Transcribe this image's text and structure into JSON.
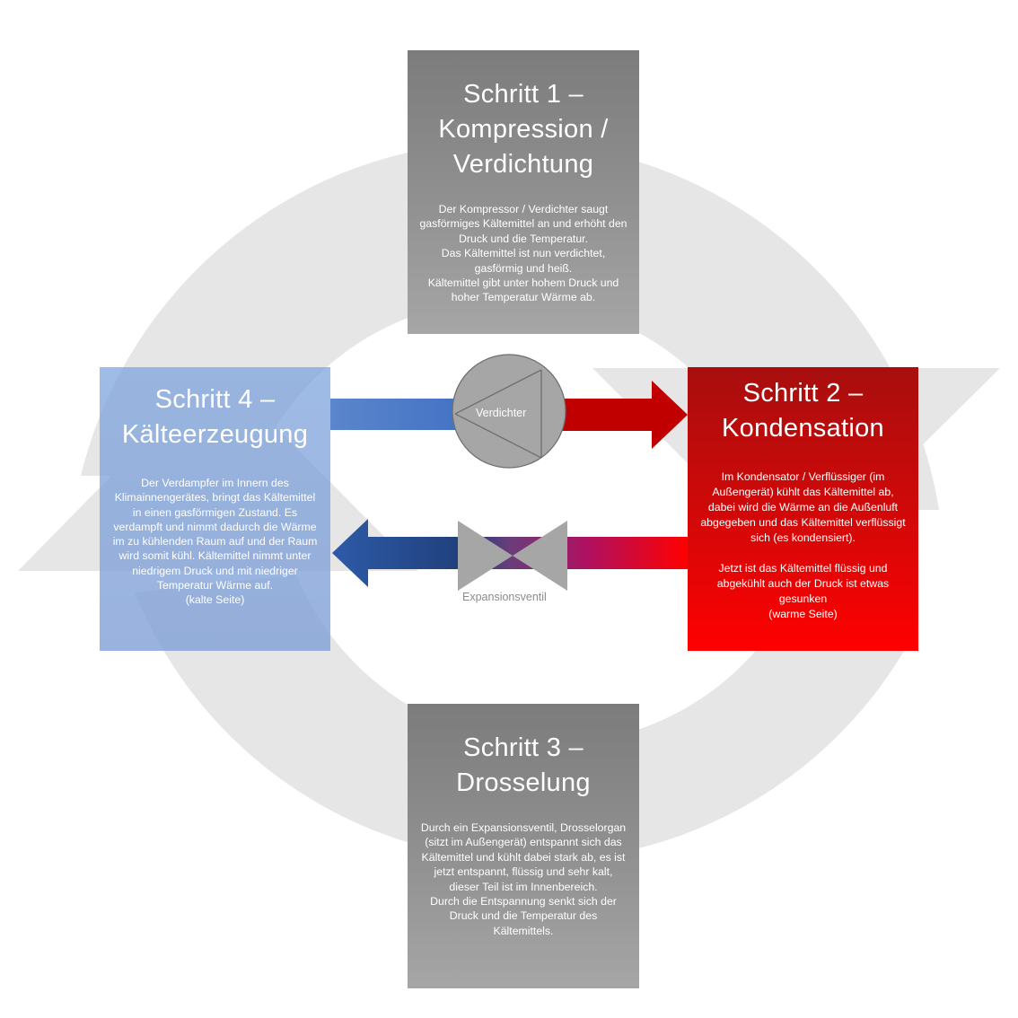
{
  "steps": {
    "step1": {
      "title": "Schritt 1 – Kompression / Verdichtung",
      "body": "Der Kompressor / Verdichter saugt gasförmiges Kältemittel an und erhöht den Druck und die Temperatur.\nDas Kältemittel ist nun verdichtet, gasförmig und heiß.\nKältemittel gibt unter hohem Druck und hoher Temperatur Wärme ab."
    },
    "step2": {
      "title": "Schritt 2 – Kondensation",
      "body": "Im Kondensator / Verflüssiger (im Außengerät) kühlt das Kältemittel ab, dabei wird die Wärme an die Außenluft abgegeben und das Kältemittel verflüssigt sich (es kondensiert).\n\nJetzt ist das Kältemittel flüssig und abgekühlt auch der Druck ist etwas gesunken\n(warme Seite)"
    },
    "step3": {
      "title": "Schritt 3 – Drosselung",
      "body": "Durch ein Expansionsventil, Drosselorgan (sitzt im Außengerät) entspannt sich das Kältemittel und kühlt dabei stark ab, es ist jetzt entspannt, flüssig und sehr kalt, dieser Teil ist im Innenbereich.\nDurch die Entspannung senkt sich der Druck und die Temperatur des Kältemittels."
    },
    "step4": {
      "title": "Schritt 4 – Kälteerzeugung",
      "body": "Der Verdampfer im Innern des Klimainnengerätes, bringt das Kältemittel in einen gasförmigen Zustand. Es verdampft und nimmt dadurch die Wärme im zu kühlenden Raum auf und der Raum wird somit kühl. Kältemittel nimmt unter niedrigem Druck und mit niedriger Temperatur Wärme auf.\n(kalte Seite)"
    }
  },
  "components": {
    "compressor_label": "Verdichter",
    "valve_label": "Expansionsventil"
  },
  "colors": {
    "gray_box": "#919191",
    "red_box": "#d40808",
    "blue_box": "#7fa0d8",
    "blue_arrow": "#4472c4",
    "red_arrow": "#c00000",
    "cycle_ring": "#e6e6e6"
  }
}
